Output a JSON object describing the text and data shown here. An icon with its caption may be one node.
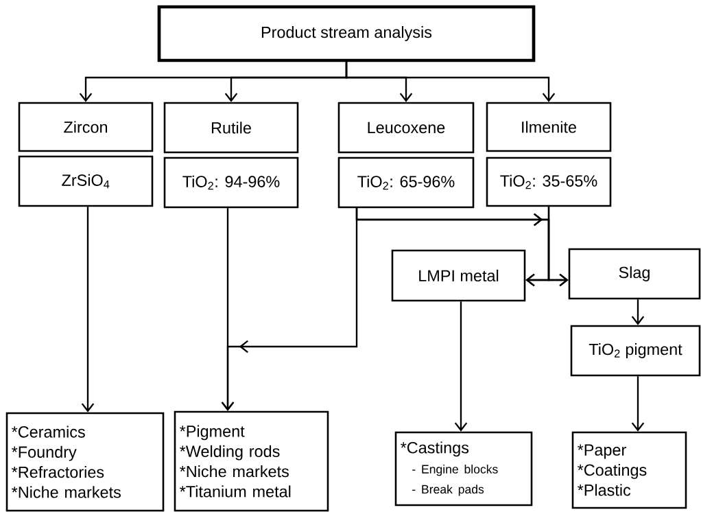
{
  "diagram": {
    "nodes": [
      {
        "text": [
          "Product stream analysis"
        ]
      },
      {
        "text": [
          "Zircon"
        ]
      },
      {
        "text": [
          "Rutile"
        ]
      },
      {
        "text": [
          "Leucoxene"
        ]
      },
      {
        "text": [
          "Ilmenite"
        ]
      },
      {
        "text": [
          "ZrSiO$_{4}$"
        ]
      },
      {
        "text": [
          "TiO$_{2}$: 94-96%"
        ]
      },
      {
        "text": [
          "TiO$_{2}$: 65-96%"
        ]
      },
      {
        "text": [
          "TiO$_{2}$: 35-65%"
        ]
      },
      {
        "text": [
          "LMPI metal"
        ]
      },
      {
        "text": [
          "Slag"
        ]
      },
      {
        "text": [
          "TiO$_{2}$ pigment"
        ]
      },
      {
        "text": [
          "*Ceramics",
          "*Foundry",
          "*Refractories",
          "*Niche markets"
        ]
      },
      {
        "text": [
          "*Pigment",
          "*Welding rods",
          "*Niche markets",
          "*Titanium metal"
        ]
      },
      {
        "text": [
          "*Castings",
          "- Engine blocks",
          "- Break pads"
        ]
      },
      {
        "text": [
          "*Paper",
          "*Coatings",
          "*Plastic"
        ]
      }
    ],
    "edges": [
      {
        "from": 0,
        "to": 1,
        "arrow": "to"
      },
      {
        "from": 0,
        "to": 2,
        "arrow": "to"
      },
      {
        "from": 0,
        "to": 3,
        "arrow": "to"
      },
      {
        "from": 0,
        "to": 4,
        "arrow": "to"
      },
      {
        "from": 5,
        "to": 12,
        "arrow": "to"
      },
      {
        "from": 6,
        "to": 13,
        "arrow": "to"
      },
      {
        "from": 7,
        "to": 13,
        "arrow": "to"
      },
      {
        "from": 7,
        "to": 9,
        "arrow": "to"
      },
      {
        "from": 7,
        "to": 10,
        "arrow": "to"
      },
      {
        "from": 8,
        "to": 9,
        "arrow": "to"
      },
      {
        "from": 8,
        "to": 10,
        "arrow": "to"
      },
      {
        "from": 9,
        "to": 14,
        "arrow": "to"
      },
      {
        "from": 10,
        "to": 11,
        "arrow": "to"
      },
      {
        "from": 11,
        "to": 15,
        "arrow": "to"
      }
    ]
  }
}
